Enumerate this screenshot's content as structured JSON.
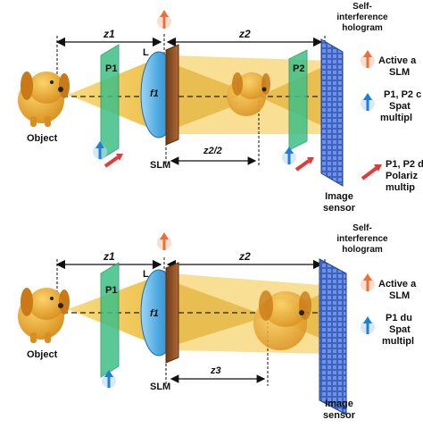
{
  "panels": [
    {
      "z_left": "z1",
      "z_right": "z2",
      "z_bottom": "z2/2",
      "polarizer_left": "P1",
      "polarizer_right": "P2",
      "lens": "L",
      "focal": "f1",
      "slm": "SLM",
      "object": "Object",
      "hologram_line1": "Self-",
      "hologram_line2": "interference",
      "hologram_line3": "hologram",
      "sensor_line1": "Image",
      "sensor_line2": "sensor",
      "legend": [
        {
          "line1": "Active a",
          "line2": "SLM",
          "icon": "orange-arrow-icon"
        },
        {
          "line1": "P1, P2  c",
          "line2": "Spat",
          "line3": "multipl",
          "icon": "blue-arrow-icon"
        },
        {
          "line1": "P1, P2 d",
          "line2": "Polariz",
          "line3": "multip",
          "icon": "red-arrow-icon"
        }
      ]
    },
    {
      "z_left": "z1",
      "z_right": "z2",
      "z_bottom": "z3",
      "polarizer_left": "P1",
      "lens": "L",
      "focal": "f1",
      "slm": "SLM",
      "object": "Object",
      "hologram_line1": "Self-",
      "hologram_line2": "interference",
      "hologram_line3": "hologram",
      "sensor_line1": "Image",
      "sensor_line2": "sensor",
      "legend": [
        {
          "line1": "Active a",
          "line2": "SLM",
          "icon": "orange-arrow-icon"
        },
        {
          "line1": "P1 du",
          "line2": "Spat",
          "line3": "multipl",
          "icon": "blue-arrow-icon"
        }
      ]
    }
  ],
  "colors": {
    "beam": "#f2c43a",
    "polarizer": "#3fbf86",
    "lens": "#5ab4e6",
    "slm": "#8a4a22",
    "sensor": "#2f56b8",
    "arrow_orange": "#e9703a",
    "arrow_blue": "#1e7fd6",
    "arrow_red": "#e23a3a"
  }
}
